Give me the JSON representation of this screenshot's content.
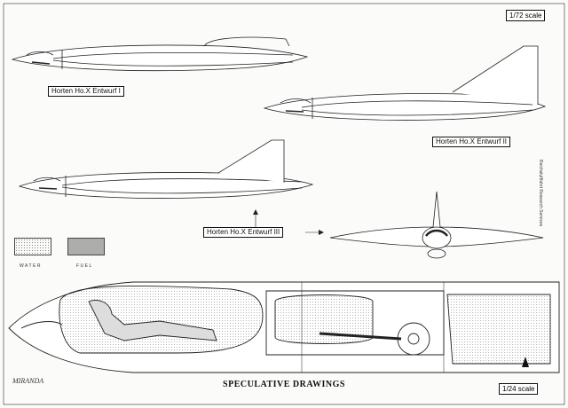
{
  "labels": {
    "v1": "Horten Ho.X Entwurf I",
    "v2": "Horten Ho.X Entwurf II",
    "v3": "Horten Ho.X Entwurf III"
  },
  "scale_top": "1/72 scale",
  "scale_bottom": "1/24 scale",
  "legend": {
    "water": "WATER",
    "fuel": "FUEL"
  },
  "footer": "SPECULATIVE DRAWINGS",
  "credit": "Reichsluftfahrt Research Services",
  "signature": "MIRANDA"
}
